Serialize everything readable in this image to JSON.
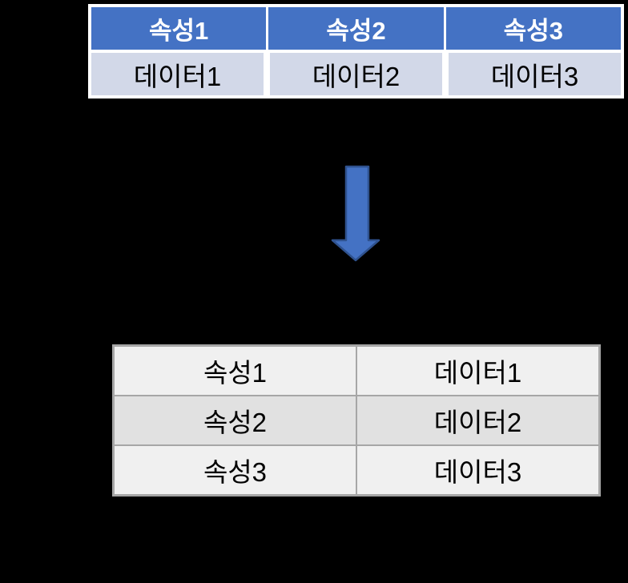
{
  "canvas": {
    "background_color": "#000000"
  },
  "top_table": {
    "description": "attribute-columns table",
    "headers": [
      "속성1",
      "속성2",
      "속성3"
    ],
    "data_row": [
      "데이터1",
      "데이터2",
      "데이터3"
    ],
    "header_bg": "#4472C4",
    "header_text_color": "#FFFFFF",
    "data_row_bg": "#D2D8E8",
    "data_text_color": "#000000",
    "border_color": "#FFFFFF"
  },
  "arrow": {
    "direction": "down",
    "fill": "#4472C4",
    "stroke": "#2F528F"
  },
  "bottom_table": {
    "description": "transposed attribute-value table",
    "rows": [
      {
        "attribute": "속성1",
        "value": "데이터1"
      },
      {
        "attribute": "속성2",
        "value": "데이터2"
      },
      {
        "attribute": "속성3",
        "value": "데이터3"
      }
    ],
    "row_bg_light": "#F0F0F0",
    "row_bg_dark": "#E1E1E1",
    "border_color": "#A6A6A6",
    "text_color": "#000000"
  }
}
